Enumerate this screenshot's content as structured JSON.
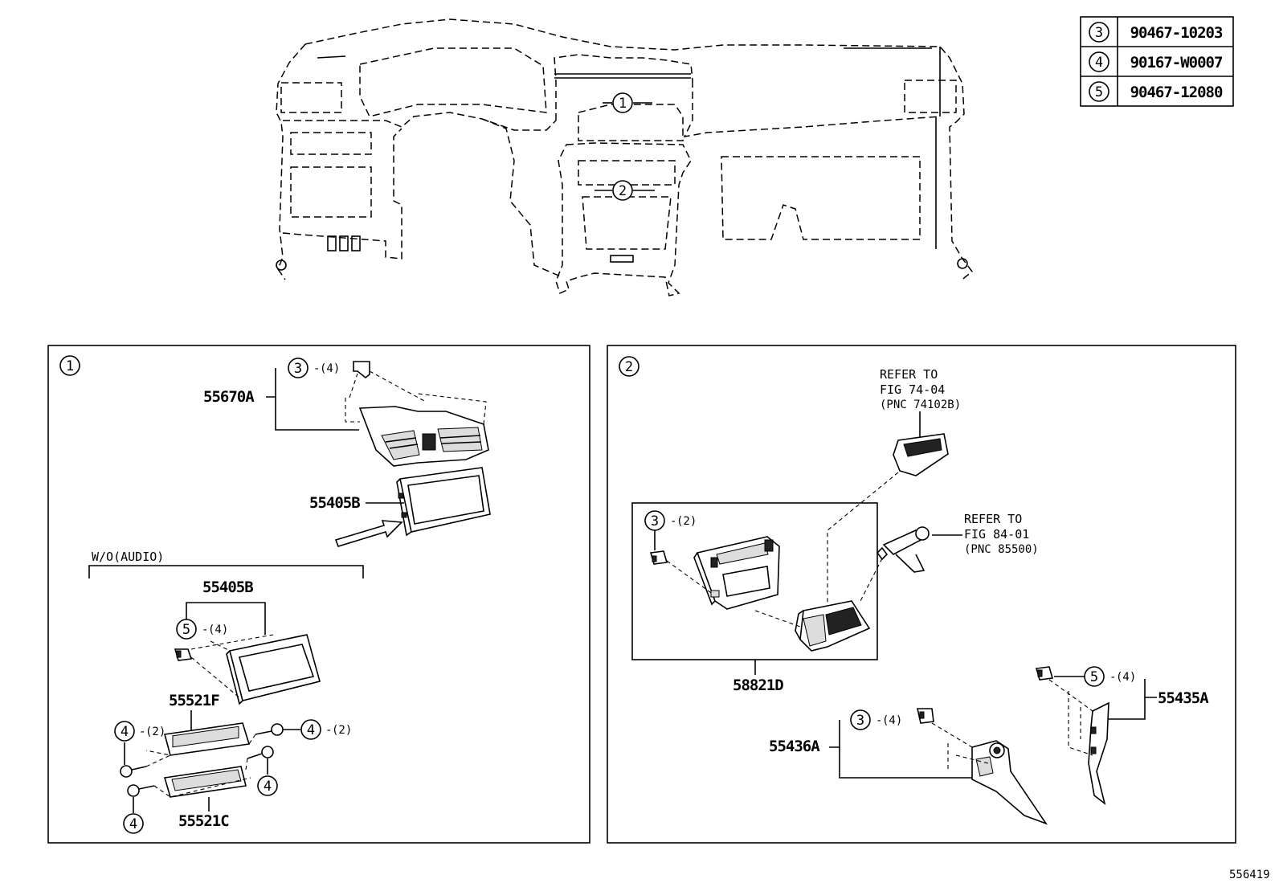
{
  "parts_table": [
    {
      "callout": "3",
      "part_number": "90467-10203"
    },
    {
      "callout": "4",
      "part_number": "90167-W0007"
    },
    {
      "callout": "5",
      "part_number": "90467-12080"
    }
  ],
  "overview": {
    "marker_1": "1",
    "marker_2": "2"
  },
  "panel1": {
    "marker": "1",
    "labels": {
      "p55670A": "55670A",
      "p55405B_top": "55405B",
      "group_wo_audio": "W/O(AUDIO)",
      "p55405B_sub": "55405B",
      "p55521F": "55521F",
      "p55521C": "55521C"
    },
    "callouts": {
      "c3": {
        "num": "3",
        "qty": "(4)"
      },
      "c5": {
        "num": "5",
        "qty": "(4)"
      },
      "c4_left": {
        "num": "4",
        "qty": "(2)"
      },
      "c4_right": {
        "num": "4",
        "qty": "(2)"
      },
      "c4_lower_right": {
        "num": "4"
      },
      "c4_bottom": {
        "num": "4"
      }
    }
  },
  "panel2": {
    "marker": "2",
    "labels": {
      "p58821D": "58821D",
      "p55436A": "55436A",
      "p55435A": "55435A"
    },
    "ref1": {
      "line1": "REFER TO",
      "line2": "FIG 74-04",
      "line3": "(PNC 74102B)"
    },
    "ref2": {
      "line1": "REFER TO",
      "line2": "FIG 84-01",
      "line3": "(PNC 85500)"
    },
    "callouts": {
      "c3_box": {
        "num": "3",
        "qty": "(2)"
      },
      "c3_lower": {
        "num": "3",
        "qty": "(4)"
      },
      "c5": {
        "num": "5",
        "qty": "(4)"
      }
    }
  },
  "figure_number": "556419"
}
